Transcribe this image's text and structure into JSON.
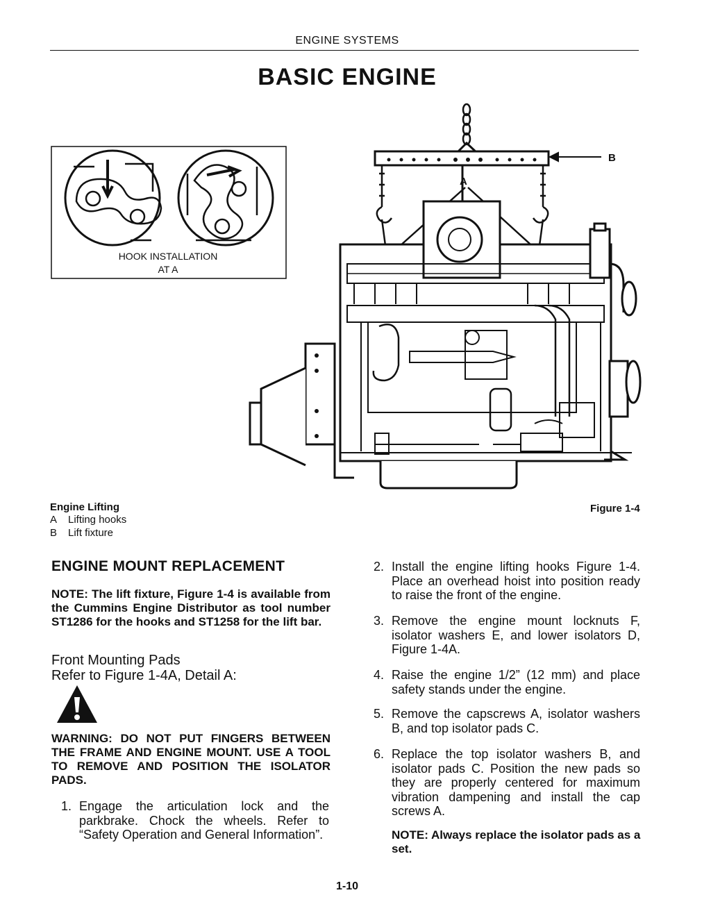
{
  "header": {
    "running_head": "ENGINE SYSTEMS",
    "title": "BASIC ENGINE"
  },
  "figure": {
    "inset_label_line1": "HOOK INSTALLATION",
    "inset_label_line2": "AT A",
    "callout_a": "A",
    "callout_b": "B",
    "caption_title": "Engine Lifting",
    "legend": [
      {
        "key": "A",
        "text": "Lifting hooks"
      },
      {
        "key": "B",
        "text": "Lift fixture"
      }
    ],
    "number": "Figure 1-4"
  },
  "section": {
    "heading": "ENGINE MOUNT REPLACEMENT",
    "note": "NOTE: The lift fixture, Figure 1-4 is available from the Cummins Engine Distributor as tool number ST1286 for the hooks and ST1258 for the lift bar.",
    "subheading_line1": "Front Mounting Pads",
    "subheading_line2": "Refer to Figure 1-4A, Detail A:",
    "warning_icon": "warning-triangle-icon",
    "warning": "WARNING: DO NOT PUT FINGERS BETWEEN THE FRAME AND ENGINE MOUNT. USE A TOOL TO REMOVE AND POSITION THE ISOLATOR PADS."
  },
  "steps": [
    {
      "num": "1.",
      "text": "Engage the articulation lock and the parkbrake. Chock the wheels. Refer to “Safety Operation and General Information”."
    },
    {
      "num": "2.",
      "text": "Install the engine lifting hooks Figure 1-4. Place an overhead hoist into position ready to raise the front of the engine."
    },
    {
      "num": "3.",
      "text": "Remove the engine mount locknuts F, isolator washers E, and lower isolators D, Figure 1-4A."
    },
    {
      "num": "4.",
      "text": "Raise the engine 1/2” (12 mm) and place safety stands under the engine."
    },
    {
      "num": "5.",
      "text": "Remove the capscrews A, isolator washers B, and top isolator pads C."
    },
    {
      "num": "6.",
      "text": "Replace the top isolator washers B, and isolator pads C. Position the new pads so they are properly centered for maximum vibration dampening and install the cap screws A."
    }
  ],
  "closing_note": "NOTE: Always replace the isolator pads as a set.",
  "page_number": "1-10"
}
